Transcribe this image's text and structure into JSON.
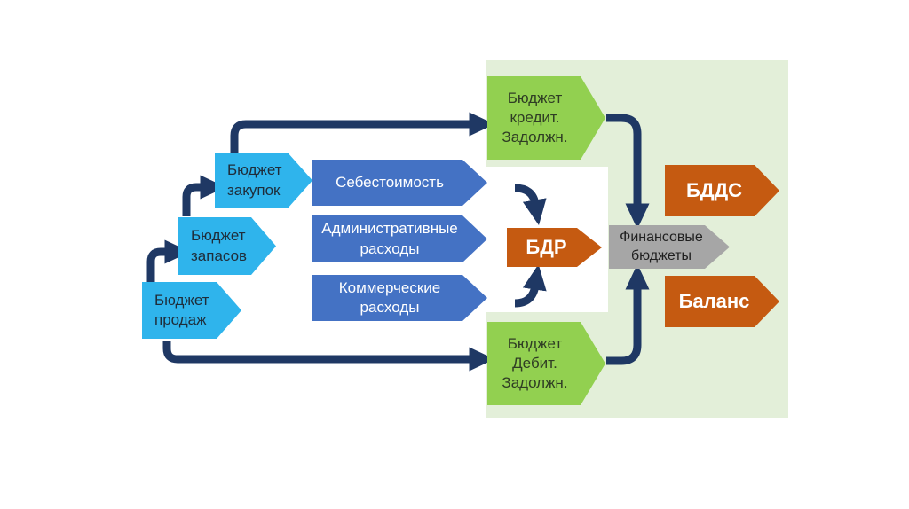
{
  "nodes": {
    "sales": "Бюджет\nпродаж",
    "stock": "Бюджет\nзапасов",
    "purchases": "Бюджет\nзакупок",
    "cost": "Себестоимость",
    "admin": "Административные\nрасходы",
    "commercial": "Коммерческие\nрасходы",
    "credit": "Бюджет\nкредит.\nЗадолжн.",
    "debit": "Бюджет\nДебит.\nЗадолжн.",
    "bdr": "БДР",
    "financial": "Финансовые\nбюджеты",
    "bdds": "БДДС",
    "balance": "Баланс"
  },
  "colors": {
    "light_blue": "#2fb4ec",
    "blue": "#4472c4",
    "green": "#92d050",
    "orange": "#c55a11",
    "gray": "#a6a6a6",
    "arrow": "#1f3864",
    "panel": "#e3efd9"
  }
}
